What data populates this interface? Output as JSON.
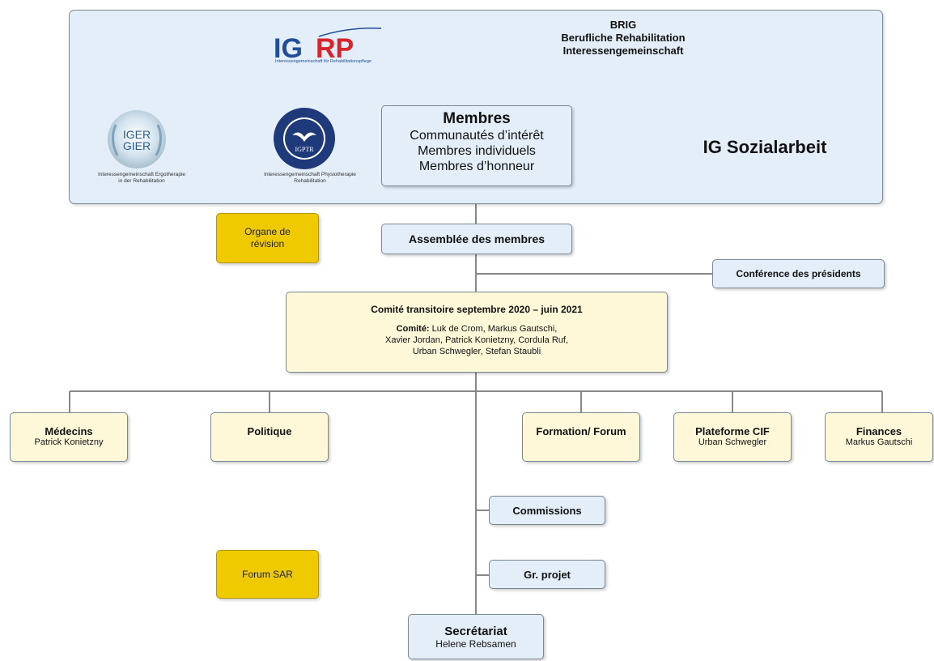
{
  "header": {
    "igrp_logo_text": "IGRP",
    "igrp_tagline": "Interessengemeinschaft für Rehabilitationspflege",
    "brig": [
      "BRIG",
      "Berufliche Rehabilitation",
      "Interessengemeinschaft"
    ],
    "iger_logo_text": [
      "IGER",
      "GIER"
    ],
    "iger_caption": [
      "Interessengemeinschaft Ergotherapie",
      "in der Rehabilitation"
    ],
    "igptr_logo_text": "IGPTR",
    "igptr_caption": [
      "Interessengemeinschaft Physiotherapie",
      "Rehabilitation"
    ],
    "ig_sozialarbeit": "IG Sozialarbeit"
  },
  "membres": {
    "title": "Membres",
    "lines": [
      "Communautés d’intérêt",
      "Membres individuels",
      "Membres d’honneur"
    ]
  },
  "organe_revision": [
    "Organe de",
    "révision"
  ],
  "assemblee": "Assemblée des membres",
  "conference": "Conférence des présidents",
  "comite": {
    "title": "Comité transitoire septembre 2020 – juin 2021",
    "label": "Comité:",
    "members_line1": " Luk de Crom, Markus Gautschi,",
    "members_line2": "Xavier Jordan, Patrick Konietzny, Cordula Ruf,",
    "members_line3": "Urban Schwegler, Stefan Staubli"
  },
  "departments": [
    {
      "title": "Médecins",
      "person": "Patrick Konietzny"
    },
    {
      "title": "Politique",
      "person": ""
    },
    {
      "title": "Formation/ Forum",
      "person": ""
    },
    {
      "title": "Plateforme CIF",
      "person": "Urban Schwegler"
    },
    {
      "title": "Finances",
      "person": "Markus Gautschi"
    }
  ],
  "commissions": "Commissions",
  "gr_projet": "Gr. projet",
  "forum_sar": "Forum SAR",
  "secretariat": {
    "title": "Secrétariat",
    "person": "Helene Rebsamen"
  },
  "colors": {
    "panel_blue": "#e3eef8",
    "box_yellow": "#fef8d9",
    "gold": "#f0ca00",
    "igrp_blue": "#1f4e9a",
    "igrp_red": "#d9232d",
    "line": "#888888"
  }
}
